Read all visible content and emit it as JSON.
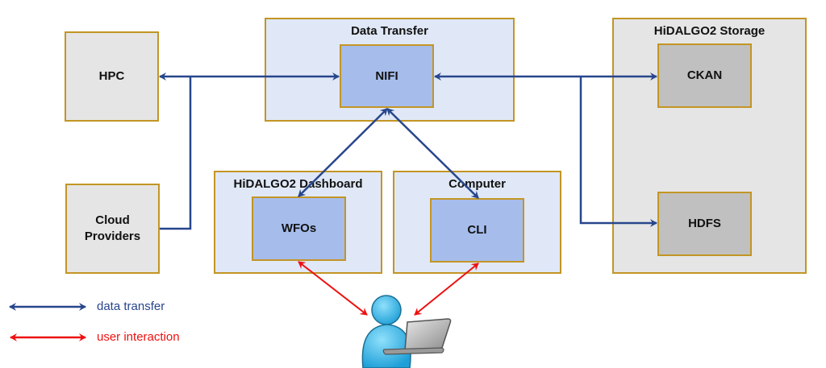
{
  "diagram": {
    "nodes": {
      "hpc": "HPC",
      "cloud": "Cloud Providers",
      "data_transfer": "Data Transfer",
      "nifi": "NIFI",
      "storage": "HiDALGO2 Storage",
      "ckan": "CKAN",
      "hdfs": "HDFS",
      "dashboard": "HiDALGO2 Dashboard",
      "wfos": "WFOs",
      "computer": "Computer",
      "cli": "CLI"
    },
    "edges": [
      {
        "from": "HPC",
        "to": "NIFI",
        "type": "data transfer",
        "direction": "bidirectional"
      },
      {
        "from": "Cloud Providers",
        "to": "NIFI",
        "type": "data transfer",
        "direction": "to NIFI"
      },
      {
        "from": "NIFI",
        "to": "CKAN",
        "type": "data transfer",
        "direction": "bidirectional"
      },
      {
        "from": "NIFI",
        "to": "HDFS",
        "type": "data transfer",
        "direction": "to HDFS"
      },
      {
        "from": "NIFI",
        "to": "WFOs",
        "type": "data transfer",
        "direction": "bidirectional"
      },
      {
        "from": "NIFI",
        "to": "CLI",
        "type": "data transfer",
        "direction": "bidirectional"
      },
      {
        "from": "User",
        "to": "WFOs",
        "type": "user interaction",
        "direction": "bidirectional"
      },
      {
        "from": "User",
        "to": "CLI",
        "type": "user interaction",
        "direction": "bidirectional"
      }
    ],
    "legend": [
      {
        "label": "data transfer",
        "color": "#27468c"
      },
      {
        "label": "user interaction",
        "color": "#ee1111"
      }
    ],
    "colors": {
      "border": "#c39524",
      "container_blue": "#e0e8f7",
      "component_blue": "#a6bdec",
      "grey": "#e5e5e5",
      "dark_grey": "#c0c0c0",
      "data_arrow": "#27468c",
      "user_arrow": "#ee1111"
    }
  }
}
